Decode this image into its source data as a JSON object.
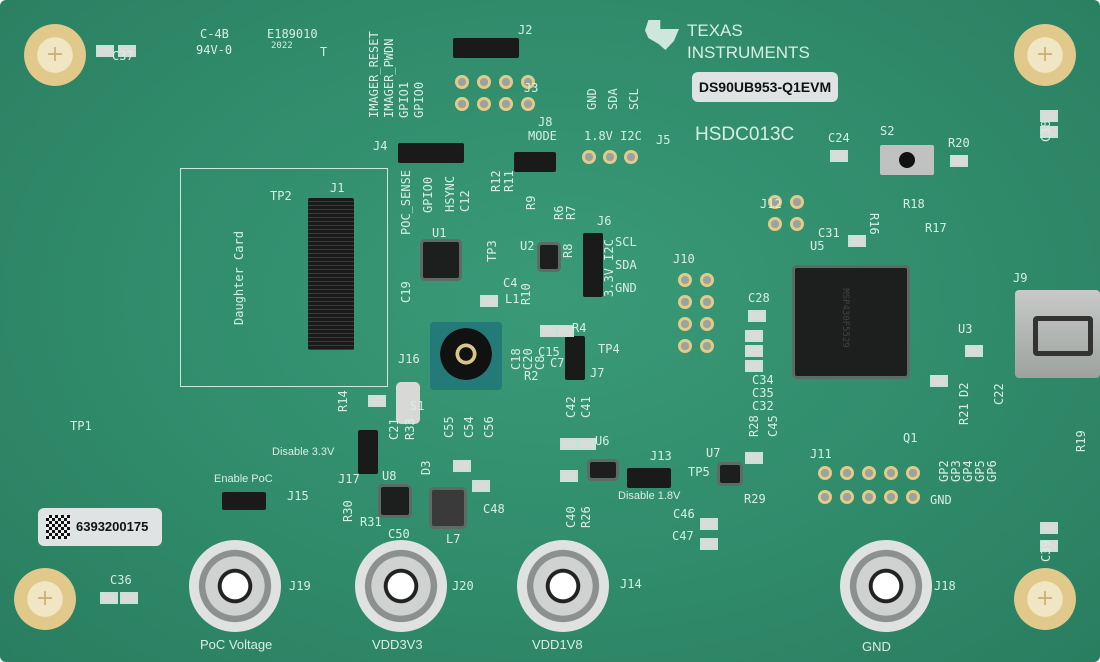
{
  "board": {
    "product_label": "DS90UB953-Q1EVM",
    "board_id": "HSDC013C",
    "serial_number": "6393200175",
    "logo": {
      "line1": "TEXAS",
      "line2": "INSTRUMENTS"
    },
    "chip_marking": "MSP430F5529",
    "colors": {
      "pcb": "#2f8a6a",
      "silkscreen": "#d8eee4",
      "gold": "#e0c98a"
    }
  },
  "labels": [
    "C37",
    "C-4B",
    "94V-0",
    "E189010",
    "2022",
    "T",
    "IMAGER_RESET",
    "IMAGER_PWDN",
    "GPIO1",
    "GPIO0",
    "J2",
    "J3",
    "J4",
    "J8",
    "MODE",
    "GND",
    "SDA",
    "SCL",
    "1.8V I2C",
    "J5",
    "POC_SENSE",
    "GPIO0",
    "HSYNC",
    "C12",
    "R12",
    "R11",
    "J1",
    "TP2",
    "Daughter Card",
    "U1",
    "TP3",
    "U2",
    "R9",
    "R6",
    "R7",
    "J6",
    "R8",
    "SCL",
    "SDA",
    "GND",
    "3.3V I2C",
    "C4",
    "L1",
    "C19",
    "R10",
    "J16",
    "S1",
    "R14",
    "C21",
    "R33",
    "D3",
    "U8",
    "Disable 3.3V",
    "J17",
    "Enable PoC",
    "J15",
    "R30",
    "R31",
    "C50",
    "L7",
    "C48",
    "C55",
    "C54",
    "C56",
    "C18",
    "C20",
    "C8",
    "C15",
    "C7",
    "R2",
    "R4",
    "TP4",
    "J7",
    "C42",
    "C41",
    "U6",
    "C40",
    "R26",
    "J13",
    "Disable 1.8V",
    "U7",
    "TP5",
    "R28",
    "C45",
    "R29",
    "C46",
    "C47",
    "J10",
    "C28",
    "C34",
    "C35",
    "C32",
    "U5",
    "C31",
    "J12",
    "C24",
    "S2",
    "R20",
    "R16",
    "R18",
    "R17",
    "C38",
    "J9",
    "U3",
    "C22",
    "D2",
    "R21",
    "Q1",
    "R19",
    "GP2",
    "GP3",
    "GP4",
    "GP5",
    "GP6",
    "J11",
    "GND",
    "TP1",
    "C39",
    "C36",
    "J19",
    "J20",
    "J14",
    "J18",
    "PoC Voltage",
    "VDD3V3",
    "VDD1V8",
    "GND"
  ]
}
